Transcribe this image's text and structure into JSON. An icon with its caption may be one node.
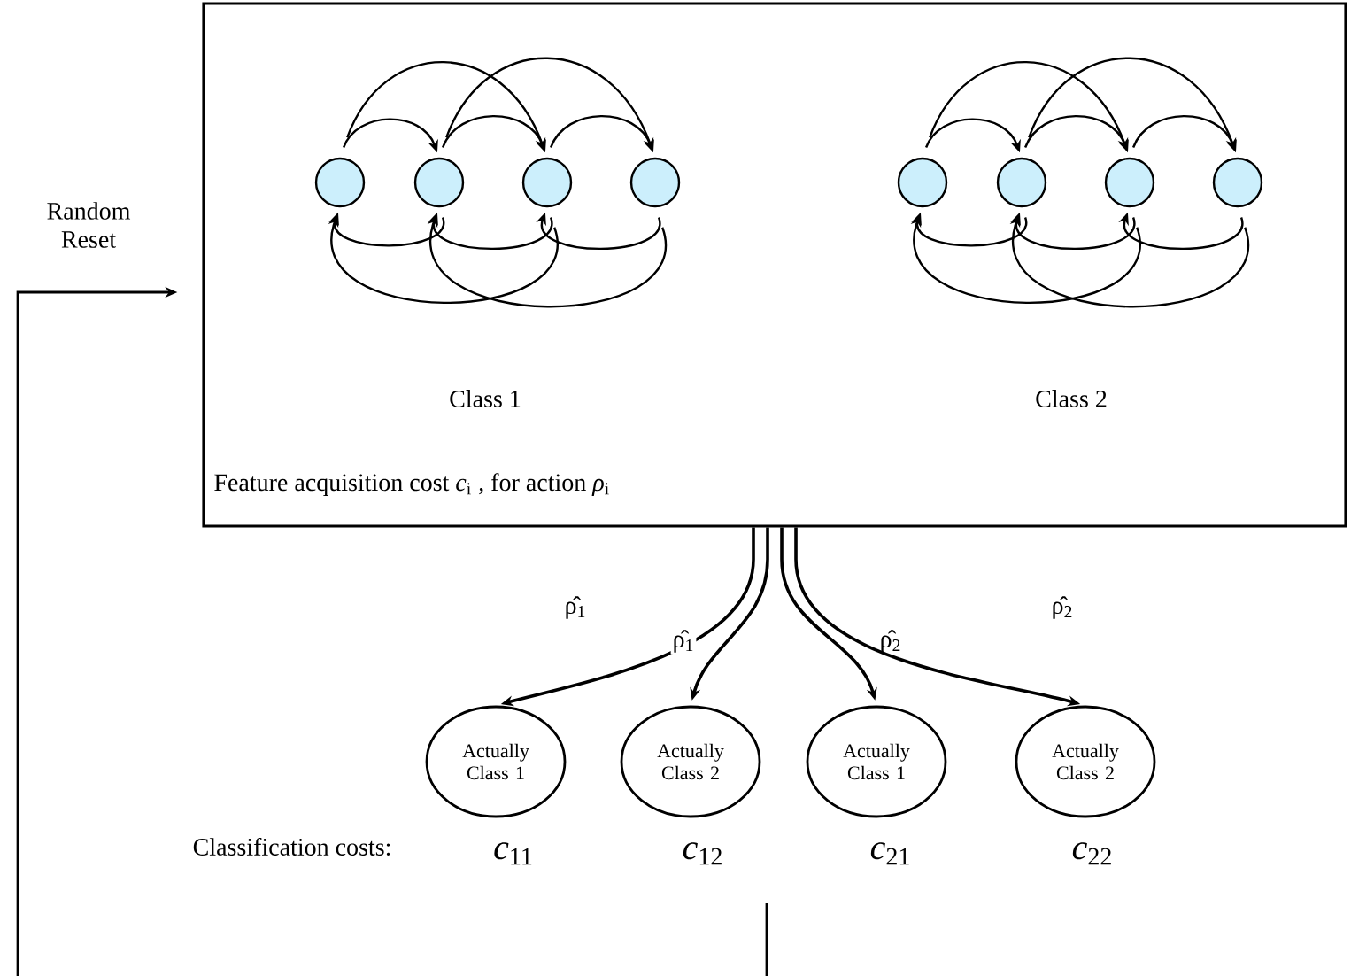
{
  "diagram": {
    "nodes": [
      {
        "text": [
          "Feature acquisition cost *c*$_{i}$ , for action *ρ*$_{i}$"
        ]
      },
      {
        "text": [],
        "shape": "circle",
        "in": 0
      },
      {
        "text": [],
        "shape": "circle",
        "in": 0
      },
      {
        "text": [],
        "shape": "circle",
        "in": 0
      },
      {
        "text": [],
        "shape": "circle",
        "in": 0
      },
      {
        "text": [],
        "shape": "circle",
        "in": 0
      },
      {
        "text": [],
        "shape": "circle",
        "in": 0
      },
      {
        "text": [],
        "shape": "circle",
        "in": 0
      },
      {
        "text": [],
        "shape": "circle",
        "in": 0
      },
      {
        "text": [
          "Actually Class 1"
        ],
        "beside": [
          "*c*$_{11}$"
        ]
      },
      {
        "text": [
          "Actually Class 2"
        ],
        "beside": [
          "*c*$_{12}$"
        ]
      },
      {
        "text": [
          "Actually Class 1"
        ],
        "beside": [
          "*c*$_{21}$"
        ]
      },
      {
        "text": [
          "Actually Class 2"
        ],
        "beside": [
          "*c*$_{22}$"
        ]
      }
    ],
    "edges": [
      {
        "from": 1,
        "to": 2,
        "arrow": "to"
      },
      {
        "from": 2,
        "to": 3,
        "arrow": "to"
      },
      {
        "from": 3,
        "to": 4,
        "arrow": "to"
      },
      {
        "from": 1,
        "to": 3,
        "arrow": "to"
      },
      {
        "from": 2,
        "to": 4,
        "arrow": "to"
      },
      {
        "from": 2,
        "to": 1,
        "arrow": "to"
      },
      {
        "from": 3,
        "to": 2,
        "arrow": "to"
      },
      {
        "from": 4,
        "to": 3,
        "arrow": "to"
      },
      {
        "from": 3,
        "to": 1,
        "arrow": "to"
      },
      {
        "from": 4,
        "to": 2,
        "arrow": "to"
      },
      {
        "from": 5,
        "to": 6,
        "arrow": "to"
      },
      {
        "from": 6,
        "to": 7,
        "arrow": "to"
      },
      {
        "from": 7,
        "to": 8,
        "arrow": "to"
      },
      {
        "from": 5,
        "to": 7,
        "arrow": "to"
      },
      {
        "from": 6,
        "to": 8,
        "arrow": "to"
      },
      {
        "from": 6,
        "to": 5,
        "arrow": "to"
      },
      {
        "from": 7,
        "to": 6,
        "arrow": "to"
      },
      {
        "from": 8,
        "to": 7,
        "arrow": "to"
      },
      {
        "from": 7,
        "to": 5,
        "arrow": "to"
      },
      {
        "from": 8,
        "to": 6,
        "arrow": "to"
      },
      {
        "from": 0,
        "to": 9,
        "arrow": "to",
        "label": "ρ̂$_{1}$"
      },
      {
        "from": 0,
        "to": 10,
        "arrow": "to",
        "label": "ρ̂$_{1}$"
      },
      {
        "from": 0,
        "to": 11,
        "arrow": "to",
        "label": "ρ̂$_{2}$"
      },
      {
        "from": 0,
        "to": 12,
        "arrow": "to",
        "label": "ρ̂$_{2}$"
      },
      {
        "from": null,
        "to": 0,
        "arrow": "to",
        "label": "Random Reset"
      }
    ],
    "labels": [
      "Class 1",
      "Class 2",
      "Classification costs:"
    ]
  }
}
